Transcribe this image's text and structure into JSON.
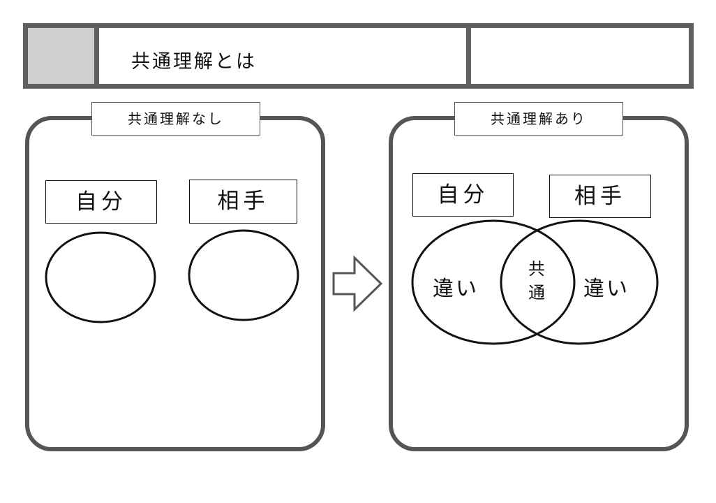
{
  "header": {
    "title": "共通理解とは"
  },
  "panels": {
    "left": {
      "label": "共通理解なし",
      "self_label": "自分",
      "other_label": "相手"
    },
    "right": {
      "label": "共通理解あり",
      "self_label": "自分",
      "other_label": "相手",
      "left_diff": "違い",
      "right_diff": "違い",
      "common": "共通"
    }
  },
  "icons": {
    "arrow": "right-arrow-icon"
  },
  "colors": {
    "frame": "#606060",
    "header_fill": "#cfcfcf",
    "stroke": "#111111"
  }
}
